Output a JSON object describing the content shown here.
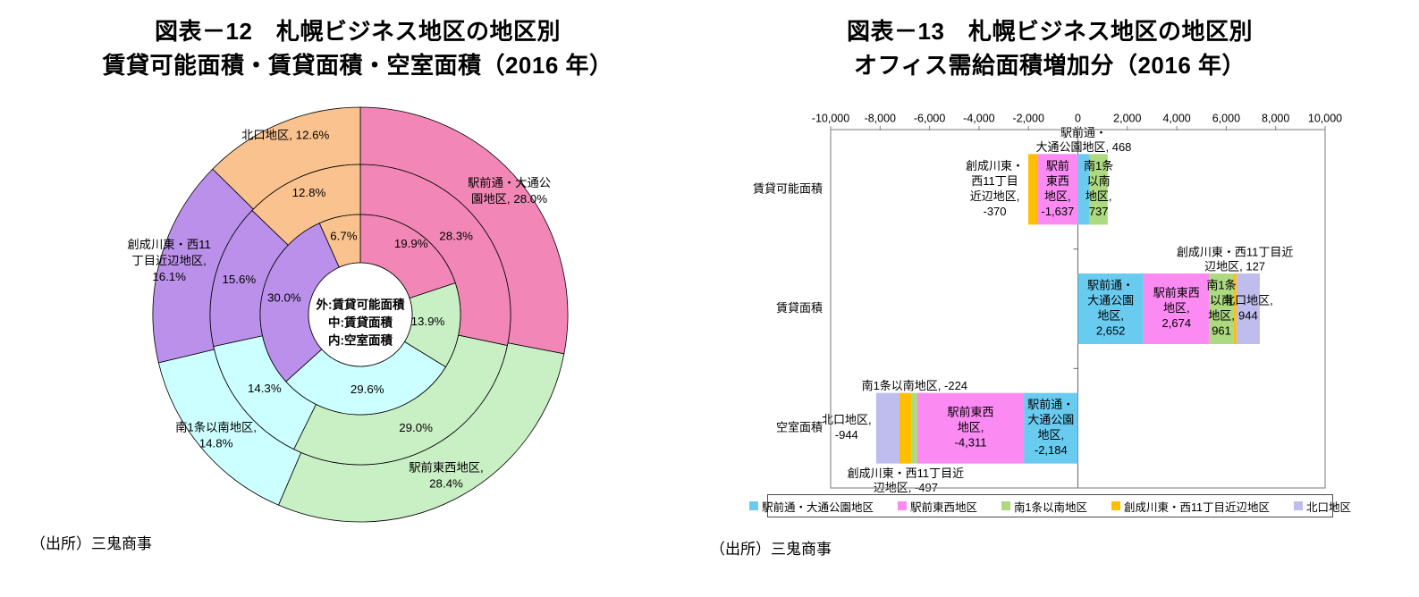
{
  "figure12": {
    "title_lines": [
      "図表－12　札幌ビジネス地区の地区別",
      "賃貸可能面積・賃貸面積・空室面積（2016 年）"
    ],
    "source": "（出所）三鬼商事"
  },
  "figure13": {
    "title_lines": [
      "図表－13　札幌ビジネス地区の地区別",
      "オフィス需給面積増加分（2016 年）"
    ],
    "source": "（出所）三鬼商事"
  },
  "chart_data": [
    {
      "id": "sapporo-district-share-donut",
      "type": "pie",
      "variant": "multi-ring-donut",
      "title": "図表－12 札幌ビジネス地区の地区別 賃貸可能面積・賃貸面積・空室面積（2016年）",
      "unit": "%",
      "categories": [
        "駅前通・大通公園地区",
        "駅前東西地区",
        "南1条以南地区",
        "創成川東・西11丁目近辺地区",
        "北口地区"
      ],
      "colors": [
        "#F287B7",
        "#C9EFC5",
        "#CCFFFF",
        "#BB90EA",
        "#FAC28F"
      ],
      "center_note_lines": [
        "外:賃貸可能面積",
        "中:賃貸面積",
        "内:空室面積"
      ],
      "rings": [
        {
          "name": "賃貸可能面積",
          "position": "outer",
          "values": [
            28.0,
            28.4,
            14.8,
            16.1,
            12.6
          ],
          "labels": [
            [
              "駅前通・大通公",
              "園地区, 28.0%"
            ],
            [
              "駅前東西地区,",
              "28.4%"
            ],
            [
              "南1条以南地区,",
              "14.8%"
            ],
            [
              "創成川東・西11",
              "丁目近辺地区,",
              "16.1%"
            ],
            [
              "北口地区, 12.6%"
            ]
          ],
          "label_r": [
            216,
            205,
            211,
            222,
            217
          ]
        },
        {
          "name": "賃貸面積",
          "position": "middle",
          "values": [
            28.3,
            29.0,
            14.3,
            15.6,
            12.8
          ],
          "labels": [
            [
              "28.3%"
            ],
            [
              "29.0%"
            ],
            [
              "14.3%"
            ],
            [
              "15.6%"
            ],
            [
              "12.8%"
            ]
          ],
          "label_r": [
            138,
            142,
            136,
            141,
            147
          ]
        },
        {
          "name": "空室面積",
          "position": "inner",
          "values": [
            19.9,
            13.9,
            29.6,
            30.0,
            6.7
          ],
          "labels": [
            [
              "19.9%"
            ],
            [
              "13.9%"
            ],
            [
              "29.6%"
            ],
            [
              "30.0%"
            ],
            [
              "6.7%"
            ]
          ],
          "label_r": [
            97,
            76,
            85,
            87,
            89
          ]
        }
      ]
    },
    {
      "id": "sapporo-supply-demand-change-bars",
      "type": "bar",
      "variant": "horizontal-stacked",
      "title": "図表－13 札幌ビジネス地区の地区別 オフィス需給面積増加分（2016年）",
      "categories": [
        "賃貸可能面積",
        "賃貸面積",
        "空室面積"
      ],
      "xlim": [
        -10000,
        10000
      ],
      "x_tick_step": 2000,
      "x_tick_labels": [
        "-10,000",
        "-8,000",
        "-6,000",
        "-4,000",
        "-2,000",
        "0",
        "2,000",
        "4,000",
        "6,000",
        "8,000",
        "10,000"
      ],
      "grid": false,
      "legend_position": "bottom",
      "series": [
        {
          "name": "駅前通・大通公園地区",
          "color": "#69CBF0",
          "values": [
            468,
            2652,
            -2184
          ],
          "labels": [
            {
              "lines": [
                "駅前通・",
                "大通公園地区, 468"
              ],
              "placement": "above"
            },
            {
              "lines": [
                "駅前通・",
                "大通公園",
                "地区,",
                "2,652"
              ],
              "placement": "inside"
            },
            {
              "lines": [
                "駅前通・",
                "大通公園",
                "地区,",
                "-2,184"
              ],
              "placement": "inside"
            }
          ]
        },
        {
          "name": "駅前東西地区",
          "color": "#FB8BF3",
          "values": [
            -1637,
            2674,
            -4311
          ],
          "labels": [
            {
              "lines": [
                "駅前",
                "東西",
                "地区,",
                "-1,637"
              ],
              "placement": "inside"
            },
            {
              "lines": [
                "駅前東西",
                "地区,",
                "2,674"
              ],
              "placement": "inside"
            },
            {
              "lines": [
                "駅前東西",
                "地区,",
                "-4,311"
              ],
              "placement": "inside"
            }
          ]
        },
        {
          "name": "南1条以南地区",
          "color": "#ADD981",
          "values": [
            737,
            961,
            -224
          ],
          "labels": [
            {
              "lines": [
                "南1条",
                "以南",
                "地区,",
                "737"
              ],
              "placement": "inside"
            },
            {
              "lines": [
                "南1条",
                "以南",
                "地区,",
                "961"
              ],
              "placement": "inside"
            },
            {
              "lines": [
                "南1条以南地区, -224"
              ],
              "placement": "above"
            }
          ]
        },
        {
          "name": "創成川東・西11丁目近辺地区",
          "color": "#FFBF00",
          "values": [
            -370,
            127,
            -497
          ],
          "labels": [
            {
              "lines": [
                "創成川東・",
                "西11丁目",
                "近辺地区,",
                "-370"
              ],
              "placement": "left"
            },
            {
              "lines": [
                "創成川東・西11丁目近",
                "辺地区, 127"
              ],
              "placement": "above"
            },
            {
              "lines": [
                "創成川東・西11丁目近",
                "辺地区, -497"
              ],
              "placement": "below"
            }
          ]
        },
        {
          "name": "北口地区",
          "color": "#BEBDEE",
          "values": [
            0,
            944,
            -944
          ],
          "labels": [
            null,
            {
              "lines": [
                "北口地区,",
                "944"
              ],
              "placement": "inside"
            },
            {
              "lines": [
                "北口地区,",
                "-944"
              ],
              "placement": "left"
            }
          ]
        }
      ]
    }
  ]
}
